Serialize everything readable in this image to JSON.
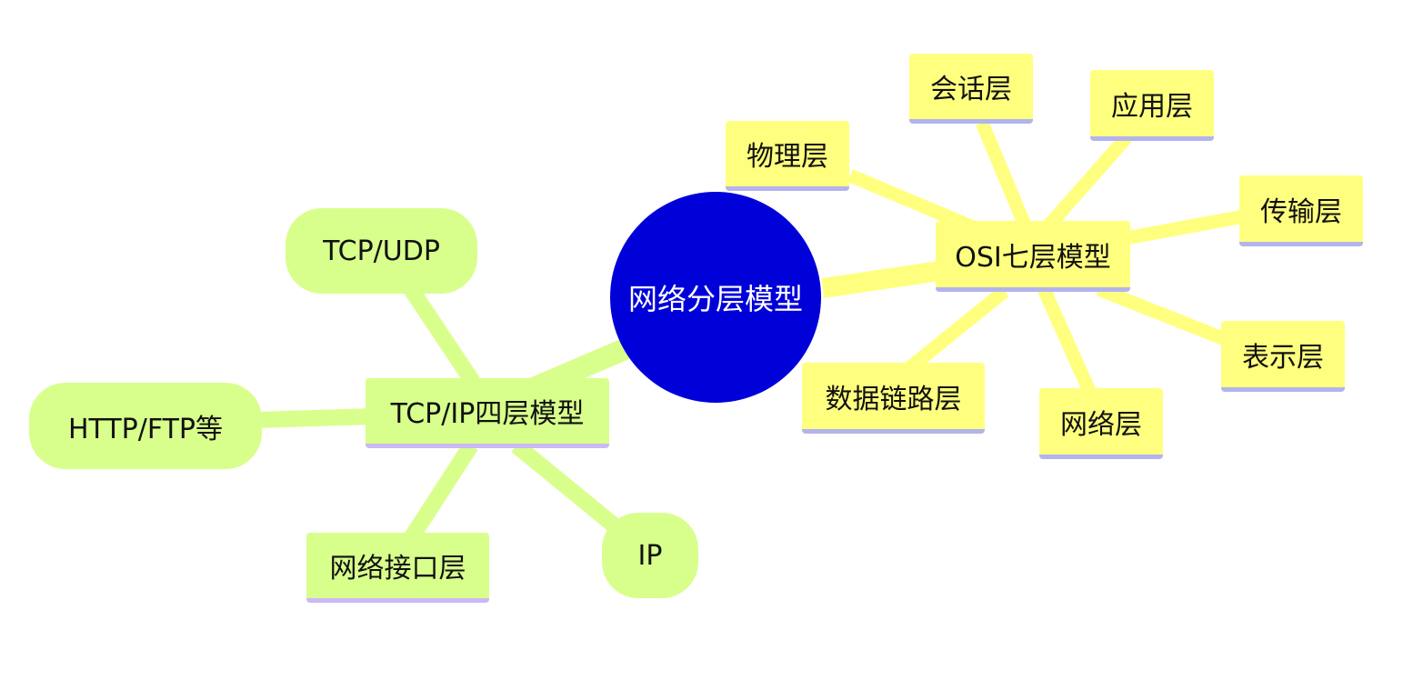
{
  "diagram": {
    "root": {
      "id": "root",
      "label": "网络分层模型",
      "color": "#0000d8",
      "text_color": "#ffffff"
    },
    "branches": [
      {
        "id": "osi",
        "label": "OSI七层模型",
        "color": "#ffff7f",
        "underline_color": "#b3b3ee",
        "line_color": "#ffff7f",
        "shape": "rect",
        "children": [
          {
            "id": "osi-physical",
            "label": "物理层",
            "shape": "rect"
          },
          {
            "id": "osi-session",
            "label": "会话层",
            "shape": "rect"
          },
          {
            "id": "osi-application",
            "label": "应用层",
            "shape": "rect"
          },
          {
            "id": "osi-transport",
            "label": "传输层",
            "shape": "rect"
          },
          {
            "id": "osi-presentation",
            "label": "表示层",
            "shape": "rect"
          },
          {
            "id": "osi-network",
            "label": "网络层",
            "shape": "rect"
          },
          {
            "id": "osi-datalink",
            "label": "数据链路层",
            "shape": "rect"
          }
        ]
      },
      {
        "id": "tcpip",
        "label": "TCP/IP四层模型",
        "color": "#d8ff8c",
        "underline_color": "#cbb8f5",
        "line_color": "#d8ff8c",
        "shape": "rect",
        "children": [
          {
            "id": "tcpip-transport",
            "label": "TCP/UDP",
            "shape": "pill"
          },
          {
            "id": "tcpip-application",
            "label": "HTTP/FTP等",
            "shape": "pill"
          },
          {
            "id": "tcpip-link",
            "label": "网络接口层",
            "shape": "rect"
          },
          {
            "id": "tcpip-internet",
            "label": "IP",
            "shape": "pill"
          }
        ]
      }
    ]
  }
}
